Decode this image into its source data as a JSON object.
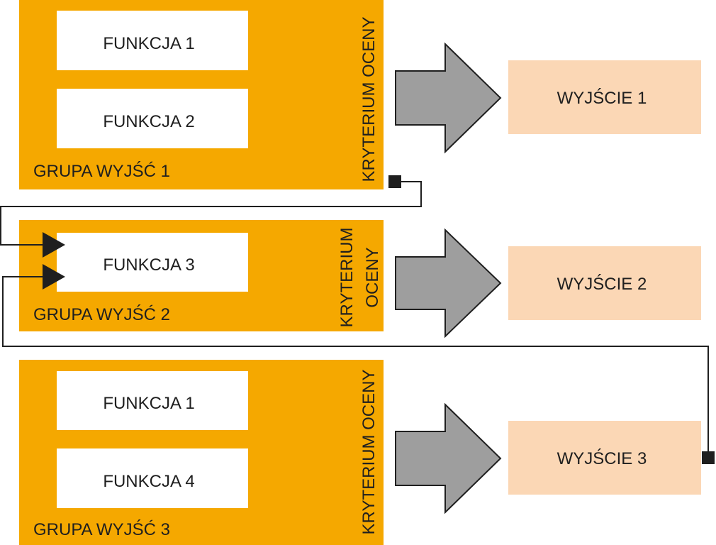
{
  "colors": {
    "group_fill": "#f5a800",
    "function_fill": "#ffffff",
    "output_fill": "#fbd7b5",
    "arrow_fill": "#9e9e9e",
    "line_color": "#1f1f1f"
  },
  "groups": [
    {
      "label": "GRUPA WYJŚĆ 1",
      "criterion_lines": [
        "KRYTERIUM OCENY"
      ],
      "functions": [
        "FUNKCJA 1",
        "FUNKCJA 2"
      ]
    },
    {
      "label": "GRUPA WYJŚĆ 2",
      "criterion_lines": [
        "KRYTERIUM",
        "OCENY"
      ],
      "functions": [
        "FUNKCJA 3"
      ]
    },
    {
      "label": "GRUPA WYJŚĆ 3",
      "criterion_lines": [
        "KRYTERIUM OCENY"
      ],
      "functions": [
        "FUNKCJA 1",
        "FUNKCJA 4"
      ]
    }
  ],
  "outputs": [
    "WYJŚCIE 1",
    "WYJŚCIE 2",
    "WYJŚCIE 3"
  ]
}
